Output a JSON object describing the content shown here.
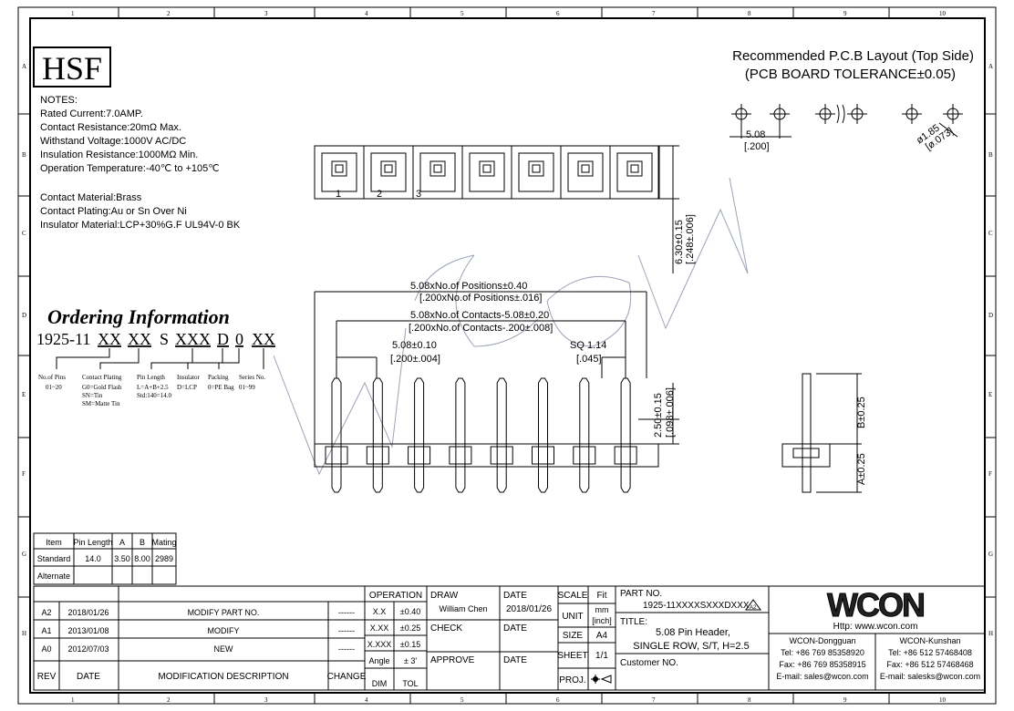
{
  "frame": {
    "columns": [
      "1",
      "2",
      "3",
      "4",
      "5",
      "6",
      "7",
      "8",
      "9",
      "10"
    ],
    "rows": [
      "A",
      "B",
      "C",
      "D",
      "E",
      "F",
      "G",
      "H"
    ]
  },
  "logo": "HSF",
  "watermark": "WCON",
  "notes": {
    "heading": "NOTES:",
    "lines": [
      "Rated Current:7.0AMP.",
      "Contact Resistance:20mΩ Max.",
      "Withstand Voltage:1000V AC/DC",
      "Insulation Resistance:1000MΩ Min.",
      "Operation Temperature:-40℃ to +105℃"
    ],
    "material": [
      "Contact Material:Brass",
      "Contact Plating:Au or Sn Over Ni",
      "Insulator Material:LCP+30%G.F UL94V-0 BK"
    ]
  },
  "ordering": {
    "title": "Ordering Information",
    "code": [
      "1925-11",
      "XX",
      "XX",
      "S",
      "XXX",
      "D",
      "0",
      "XX"
    ],
    "fields": [
      {
        "label": "No.of Pins",
        "values": [
          "01~20"
        ]
      },
      {
        "label": "Contact Plating",
        "values": [
          "G0=Gold Flash",
          "SN=Tin",
          "SM=Matte Tin"
        ]
      },
      {
        "label": "Pin Length",
        "values": [
          "L=A+B+2.5",
          "Std:140=14.0"
        ]
      },
      {
        "label": "Insulator",
        "values": [
          "D=LCP"
        ]
      },
      {
        "label": "Packing",
        "values": [
          "0=PE Bag"
        ]
      },
      {
        "label": "Series No.",
        "values": [
          "01~99"
        ]
      }
    ]
  },
  "top_view": {
    "position_labels": [
      "1",
      "2",
      "3"
    ],
    "height_dim": [
      "6.30±0.15",
      "[.248±.006]"
    ]
  },
  "front_view": {
    "dims": [
      "5.08xNo.of Positions±0.40",
      "[.200xNo.of Positions±.016]",
      "5.08xNo.of Contacts-5.08±0.20",
      "[.200xNo.of Contacts-.200±.008]",
      "5.08±0.10",
      "[.200±.004]",
      "SQ 1.14",
      "[.045]",
      "2.50±0.15",
      "[.098±.006]"
    ]
  },
  "side_view": {
    "dims": [
      "B±0.25",
      "A±0.25"
    ]
  },
  "pcb_layout": {
    "title": "Recommended P.C.B Layout (Top Side)",
    "subtitle": "(PCB BOARD TOLERANCE±0.05)",
    "pitch": [
      "5.08",
      "[.200]"
    ],
    "hole": [
      "ø1.85",
      "[ø.073]"
    ]
  },
  "pin_table": {
    "headers": [
      "Item",
      "Pin Length",
      "A",
      "B",
      "Mating"
    ],
    "rows": [
      [
        "Standard",
        "14.0",
        "3.50",
        "8.00",
        "2989"
      ],
      [
        "Alternate",
        "",
        "",
        "",
        ""
      ]
    ]
  },
  "revisions": {
    "headers": [
      "REV",
      "DATE",
      "MODIFICATION DESCRIPTION",
      "CHANGE"
    ],
    "rows": [
      [
        "A2",
        "2018/01/26",
        "MODIFY PART NO.",
        "------"
      ],
      [
        "A1",
        "2013/01/08",
        "MODIFY",
        "------"
      ],
      [
        "A0",
        "2012/07/03",
        "NEW",
        "------"
      ]
    ]
  },
  "title_block": {
    "operation": "OPERATION",
    "tolerances": [
      [
        "X.X",
        "±0.40"
      ],
      [
        "X.XX",
        "±0.25"
      ],
      [
        "X.XXX",
        "±0.15"
      ],
      [
        "Angle",
        "± 3'"
      ]
    ],
    "dim_tol": [
      "DIM",
      "TOL"
    ],
    "draw": "DRAW",
    "drawer": "William Chen",
    "date_label": "DATE",
    "draw_date": "2018/01/26",
    "check": "CHECK",
    "approve": "APPROVE",
    "scale": "SCALE",
    "scale_val": "Fit",
    "unit": "UNIT",
    "unit_val": [
      "mm",
      "[inch]"
    ],
    "size": "SIZE",
    "size_val": "A4",
    "sheet": "SHEET",
    "sheet_val": "1/1",
    "proj": "PROJ.",
    "part_no_label": "PART NO.",
    "part_no": "1925-11XXXXSXXXDXXX",
    "rev_badge": "A2",
    "title_label": "TITLE:",
    "title": [
      "5.08 Pin Header,",
      "SINGLE ROW, S/T, H=2.5"
    ],
    "customer_no": "Customer NO.",
    "company": "WCON",
    "website": "Http: www.wcon.com",
    "offices": [
      {
        "name": "WCON-Dongguan",
        "tel": "Tel: +86 769 85358920",
        "fax": "Fax: +86 769 85358915",
        "email": "E-mail: sales@wcon.com"
      },
      {
        "name": "WCON-Kunshan",
        "tel": "Tel: +86 512 57468408",
        "fax": "Fax: +86 512 57468468",
        "email": "E-mail: salesks@wcon.com"
      }
    ]
  }
}
